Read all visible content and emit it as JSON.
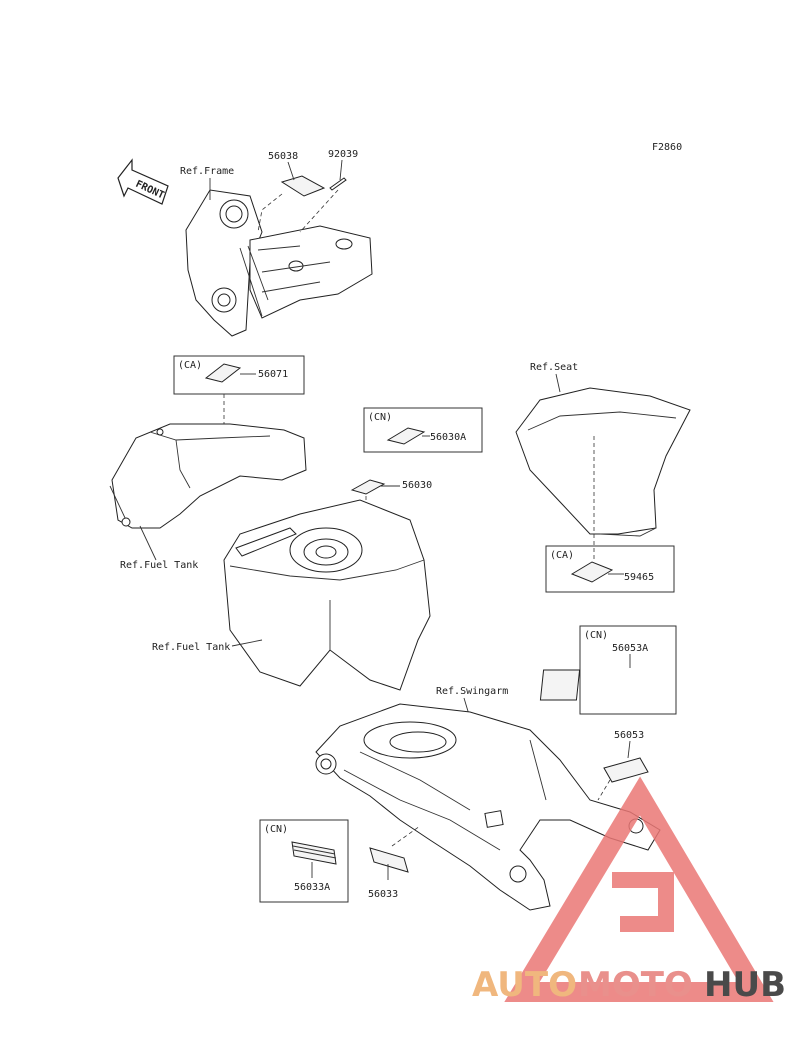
{
  "figure_code": "F2860",
  "direction_arrow": "FRONT",
  "refs": {
    "frame": "Ref.Frame",
    "seat": "Ref.Seat",
    "fuel_tank_cover": "Ref.Fuel Tank",
    "fuel_tank": "Ref.Fuel Tank",
    "swingarm": "Ref.Swingarm"
  },
  "parts": {
    "p56038": "56038",
    "p92039": "92039",
    "p56071": "56071",
    "p56030A": "56030A",
    "p56030": "56030",
    "p59465": "59465",
    "p56053A": "56053A",
    "p56053": "56053",
    "p56033A": "56033A",
    "p56033": "56033"
  },
  "region_tags": {
    "ca_tank": "(CA)",
    "cn_tank": "(CN)",
    "ca_seat": "(CA)",
    "cn_side": "(CN)",
    "cn_swingarm": "(CN)"
  },
  "watermark": {
    "part1": "AUTO",
    "part2": "MOTO",
    "part3": "HUB"
  }
}
